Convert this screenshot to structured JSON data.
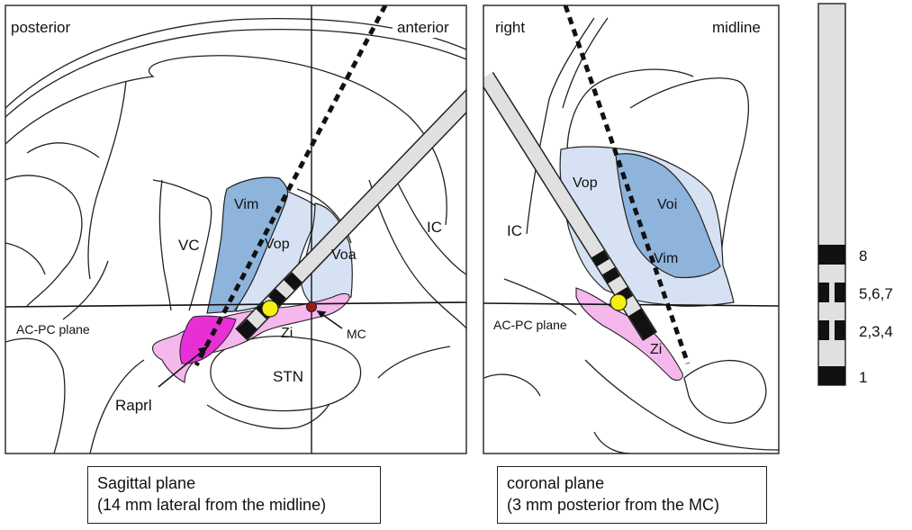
{
  "sagittal": {
    "corner_left": "posterior",
    "corner_right": "anterior",
    "labels": {
      "vc": "VC",
      "vim": "Vim",
      "vop": "Vop",
      "voa": "Voa",
      "ic": "IC",
      "zi": "Zi",
      "mc": "MC",
      "stn": "STN",
      "raprl": "Raprl",
      "acpc": "AC-PC plane"
    },
    "caption": {
      "line1": "Sagittal plane",
      "line2": "(14 mm lateral from the midline)"
    }
  },
  "coronal": {
    "corner_left": "right",
    "corner_right": "midline",
    "labels": {
      "ic": "IC",
      "vop": "Vop",
      "voi": "Voi",
      "vim": "Vim",
      "zi": "Zi",
      "acpc": "AC-PC plane"
    },
    "caption": {
      "line1": "coronal plane",
      "line2": "(3 mm posterior from the MC)"
    }
  },
  "electrode_legend": {
    "contacts": [
      "8",
      "5,6,7",
      "2,3,4",
      "1"
    ]
  },
  "colors": {
    "vim_blue": "#8fb4dc",
    "vop_lightblue": "#d6e2f3",
    "zi_pink": "#f5b8ec",
    "raprl_magenta": "#e82fd6",
    "target_yellow": "#f6ee12",
    "mc_red": "#a01818",
    "electrode_gray": "#e0e0e0"
  }
}
